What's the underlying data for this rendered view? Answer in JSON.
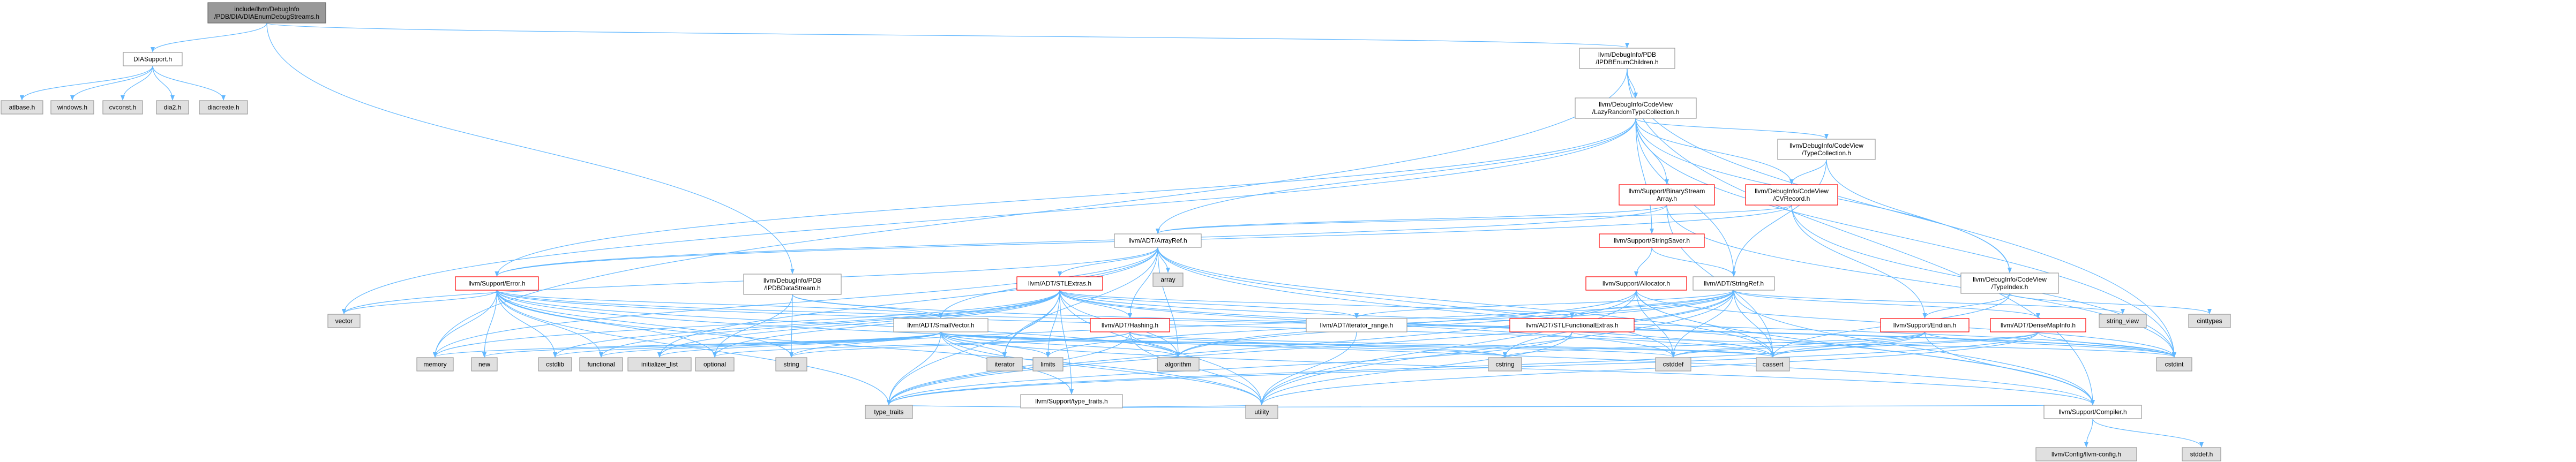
{
  "diagram": {
    "colors": {
      "edge": "#63b8ff",
      "root_fill": "#999999",
      "plain_fill": "#ffffff",
      "system_fill": "#e0e0e0",
      "red_border": "#ff0000",
      "grey_border": "#999999"
    },
    "nodes": [
      {
        "id": "root",
        "lines": [
          "include/llvm/DebugInfo",
          "/PDB/DIA/DIAEnumDebugStreams.h"
        ],
        "style": "root"
      },
      {
        "id": "diasupport",
        "lines": [
          "DIASupport.h"
        ],
        "style": "plain"
      },
      {
        "id": "atlbase",
        "lines": [
          "atlbase.h"
        ],
        "style": "sys"
      },
      {
        "id": "windows",
        "lines": [
          "windows.h"
        ],
        "style": "sys"
      },
      {
        "id": "cvconst",
        "lines": [
          "cvconst.h"
        ],
        "style": "sys"
      },
      {
        "id": "dia2",
        "lines": [
          "dia2.h"
        ],
        "style": "sys"
      },
      {
        "id": "diacreate",
        "lines": [
          "diacreate.h"
        ],
        "style": "sys"
      },
      {
        "id": "ipdbenum",
        "lines": [
          "llvm/DebugInfo/PDB",
          "/IPDBEnumChildren.h"
        ],
        "style": "plain"
      },
      {
        "id": "lazyrandom",
        "lines": [
          "llvm/DebugInfo/CodeView",
          "/LazyRandomTypeCollection.h"
        ],
        "style": "plain"
      },
      {
        "id": "typecollection",
        "lines": [
          "llvm/DebugInfo/CodeView",
          "/TypeCollection.h"
        ],
        "style": "plain"
      },
      {
        "id": "binarystream",
        "lines": [
          "llvm/Support/BinaryStream",
          "Array.h"
        ],
        "style": "red"
      },
      {
        "id": "cvrecord",
        "lines": [
          "llvm/DebugInfo/CodeView",
          "/CVRecord.h"
        ],
        "style": "red"
      },
      {
        "id": "stringsaver",
        "lines": [
          "llvm/Support/StringSaver.h"
        ],
        "style": "red"
      },
      {
        "id": "arrayref",
        "lines": [
          "llvm/ADT/ArrayRef.h"
        ],
        "style": "plain"
      },
      {
        "id": "array",
        "lines": [
          "array"
        ],
        "style": "sys"
      },
      {
        "id": "ipdbdatastream",
        "lines": [
          "llvm/DebugInfo/PDB",
          "/IPDBDataStream.h"
        ],
        "style": "plain"
      },
      {
        "id": "stlextras",
        "lines": [
          "llvm/ADT/STLExtras.h"
        ],
        "style": "red"
      },
      {
        "id": "error",
        "lines": [
          "llvm/Support/Error.h"
        ],
        "style": "red"
      },
      {
        "id": "allocator",
        "lines": [
          "llvm/Support/Allocator.h"
        ],
        "style": "red"
      },
      {
        "id": "stringref",
        "lines": [
          "llvm/ADT/StringRef.h"
        ],
        "style": "plain"
      },
      {
        "id": "typeindex",
        "lines": [
          "llvm/DebugInfo/CodeView",
          "/TypeIndex.h"
        ],
        "style": "plain"
      },
      {
        "id": "vector",
        "lines": [
          "vector"
        ],
        "style": "sys"
      },
      {
        "id": "smallvector",
        "lines": [
          "llvm/ADT/SmallVector.h"
        ],
        "style": "plain"
      },
      {
        "id": "hashing",
        "lines": [
          "llvm/ADT/Hashing.h"
        ],
        "style": "red"
      },
      {
        "id": "iteratorrange",
        "lines": [
          "llvm/ADT/iterator_range.h"
        ],
        "style": "plain"
      },
      {
        "id": "stlfunctional",
        "lines": [
          "llvm/ADT/STLFunctionalExtras.h"
        ],
        "style": "red"
      },
      {
        "id": "endian",
        "lines": [
          "llvm/Support/Endian.h"
        ],
        "style": "red"
      },
      {
        "id": "densemapinfo",
        "lines": [
          "llvm/ADT/DenseMapInfo.h"
        ],
        "style": "red"
      },
      {
        "id": "stringview",
        "lines": [
          "string_view"
        ],
        "style": "sys"
      },
      {
        "id": "cinttypes",
        "lines": [
          "cinttypes"
        ],
        "style": "sys"
      },
      {
        "id": "memory",
        "lines": [
          "memory"
        ],
        "style": "sys"
      },
      {
        "id": "new",
        "lines": [
          "new"
        ],
        "style": "sys"
      },
      {
        "id": "cstdlib",
        "lines": [
          "cstdlib"
        ],
        "style": "sys"
      },
      {
        "id": "functional",
        "lines": [
          "functional"
        ],
        "style": "sys"
      },
      {
        "id": "initlist",
        "lines": [
          "initializer_list"
        ],
        "style": "sys"
      },
      {
        "id": "optional",
        "lines": [
          "optional"
        ],
        "style": "sys"
      },
      {
        "id": "string",
        "lines": [
          "string"
        ],
        "style": "sys"
      },
      {
        "id": "iterator",
        "lines": [
          "iterator"
        ],
        "style": "sys"
      },
      {
        "id": "limits",
        "lines": [
          "limits"
        ],
        "style": "sys"
      },
      {
        "id": "algorithm",
        "lines": [
          "algorithm"
        ],
        "style": "sys"
      },
      {
        "id": "typetraitsh",
        "lines": [
          "llvm/Support/type_traits.h"
        ],
        "style": "plain"
      },
      {
        "id": "cstring",
        "lines": [
          "cstring"
        ],
        "style": "sys"
      },
      {
        "id": "cstddef",
        "lines": [
          "cstddef"
        ],
        "style": "sys"
      },
      {
        "id": "cassert",
        "lines": [
          "cassert"
        ],
        "style": "sys"
      },
      {
        "id": "cstdint",
        "lines": [
          "cstdint"
        ],
        "style": "sys"
      },
      {
        "id": "typetraits",
        "lines": [
          "type_traits"
        ],
        "style": "sys"
      },
      {
        "id": "utility",
        "lines": [
          "utility"
        ],
        "style": "sys"
      },
      {
        "id": "compiler",
        "lines": [
          "llvm/Support/Compiler.h"
        ],
        "style": "plain"
      },
      {
        "id": "llvmconfig",
        "lines": [
          "llvm/Config/llvm-config.h"
        ],
        "style": "sys"
      },
      {
        "id": "stddef",
        "lines": [
          "stddef.h"
        ],
        "style": "sys"
      }
    ],
    "edges": [
      [
        "root",
        "diasupport"
      ],
      [
        "root",
        "ipdbenum"
      ],
      [
        "root",
        "ipdbdatastream"
      ],
      [
        "diasupport",
        "atlbase"
      ],
      [
        "diasupport",
        "windows"
      ],
      [
        "diasupport",
        "cvconst"
      ],
      [
        "diasupport",
        "dia2"
      ],
      [
        "diasupport",
        "diacreate"
      ],
      [
        "ipdbenum",
        "lazyrandom"
      ],
      [
        "ipdbenum",
        "memory"
      ],
      [
        "ipdbenum",
        "cstdint"
      ],
      [
        "ipdbenum",
        "compiler"
      ],
      [
        "lazyrandom",
        "typecollection"
      ],
      [
        "lazyrandom",
        "binarystream"
      ],
      [
        "lazyrandom",
        "cvrecord"
      ],
      [
        "lazyrandom",
        "stringsaver"
      ],
      [
        "lazyrandom",
        "arrayref"
      ],
      [
        "lazyrandom",
        "error"
      ],
      [
        "lazyrandom",
        "stringref"
      ],
      [
        "lazyrandom",
        "typeindex"
      ],
      [
        "lazyrandom",
        "vector"
      ],
      [
        "lazyrandom",
        "cstdint"
      ],
      [
        "typecollection",
        "stringref"
      ],
      [
        "typecollection",
        "typeindex"
      ],
      [
        "typecollection",
        "cvrecord"
      ],
      [
        "binarystream",
        "arrayref"
      ],
      [
        "binarystream",
        "error"
      ],
      [
        "binarystream",
        "cassert"
      ],
      [
        "binarystream",
        "cstdint"
      ],
      [
        "cvrecord",
        "arrayref"
      ],
      [
        "cvrecord",
        "endian"
      ],
      [
        "cvrecord",
        "error"
      ],
      [
        "cvrecord",
        "cstdint"
      ],
      [
        "stringsaver",
        "allocator"
      ],
      [
        "stringsaver",
        "stringref"
      ],
      [
        "arrayref",
        "array"
      ],
      [
        "arrayref",
        "stlextras"
      ],
      [
        "arrayref",
        "smallvector"
      ],
      [
        "arrayref",
        "hashing"
      ],
      [
        "arrayref",
        "compiler"
      ],
      [
        "arrayref",
        "vector"
      ],
      [
        "arrayref",
        "memory"
      ],
      [
        "arrayref",
        "initlist"
      ],
      [
        "arrayref",
        "iterator"
      ],
      [
        "arrayref",
        "algorithm"
      ],
      [
        "arrayref",
        "cassert"
      ],
      [
        "arrayref",
        "cstddef"
      ],
      [
        "ipdbdatastream",
        "smallvector"
      ],
      [
        "ipdbdatastream",
        "optional"
      ],
      [
        "ipdbdatastream",
        "string"
      ],
      [
        "ipdbdatastream",
        "cstdint"
      ],
      [
        "stlextras",
        "hashing"
      ],
      [
        "stlextras",
        "iteratorrange"
      ],
      [
        "stlextras",
        "stlfunctional"
      ],
      [
        "stlextras",
        "typetraitsh"
      ],
      [
        "stlextras",
        "algorithm"
      ],
      [
        "stlextras",
        "cassert"
      ],
      [
        "stlextras",
        "cstddef"
      ],
      [
        "stlextras",
        "cstdint"
      ],
      [
        "stlextras",
        "cstdlib"
      ],
      [
        "stlextras",
        "functional"
      ],
      [
        "stlextras",
        "initlist"
      ],
      [
        "stlextras",
        "iterator"
      ],
      [
        "stlextras",
        "limits"
      ],
      [
        "stlextras",
        "memory"
      ],
      [
        "stlextras",
        "optional"
      ],
      [
        "stlextras",
        "utility"
      ],
      [
        "stlextras",
        "typetraits"
      ],
      [
        "error",
        "smallvector"
      ],
      [
        "error",
        "compiler"
      ],
      [
        "error",
        "algorithm"
      ],
      [
        "error",
        "cassert"
      ],
      [
        "error",
        "cstdint"
      ],
      [
        "error",
        "cstdlib"
      ],
      [
        "error",
        "functional"
      ],
      [
        "error",
        "memory"
      ],
      [
        "error",
        "new"
      ],
      [
        "error",
        "optional"
      ],
      [
        "error",
        "string"
      ],
      [
        "error",
        "typetraits"
      ],
      [
        "error",
        "utility"
      ],
      [
        "error",
        "vector"
      ],
      [
        "allocator",
        "compiler"
      ],
      [
        "allocator",
        "algorithm"
      ],
      [
        "allocator",
        "cassert"
      ],
      [
        "allocator",
        "cstddef"
      ],
      [
        "allocator",
        "cstdint"
      ],
      [
        "allocator",
        "typetraits"
      ],
      [
        "allocator",
        "utility"
      ],
      [
        "stringref",
        "stlfunctional"
      ],
      [
        "stringref",
        "iteratorrange"
      ],
      [
        "stringref",
        "densemapinfo"
      ],
      [
        "stringref",
        "compiler"
      ],
      [
        "stringref",
        "algorithm"
      ],
      [
        "stringref",
        "cassert"
      ],
      [
        "stringref",
        "cstddef"
      ],
      [
        "stringref",
        "cstring"
      ],
      [
        "stringref",
        "limits"
      ],
      [
        "stringref",
        "string"
      ],
      [
        "stringref",
        "stringview"
      ],
      [
        "stringref",
        "typetraits"
      ],
      [
        "stringref",
        "utility"
      ],
      [
        "typeindex",
        "endian"
      ],
      [
        "typeindex",
        "cinttypes"
      ],
      [
        "typeindex",
        "cassert"
      ],
      [
        "smallvector",
        "compiler"
      ],
      [
        "smallvector",
        "typetraitsh"
      ],
      [
        "smallvector",
        "algorithm"
      ],
      [
        "smallvector",
        "cassert"
      ],
      [
        "smallvector",
        "cstddef"
      ],
      [
        "smallvector",
        "cstdlib"
      ],
      [
        "smallvector",
        "cstring"
      ],
      [
        "smallvector",
        "functional"
      ],
      [
        "smallvector",
        "initlist"
      ],
      [
        "smallvector",
        "iterator"
      ],
      [
        "smallvector",
        "limits"
      ],
      [
        "smallvector",
        "memory"
      ],
      [
        "smallvector",
        "new"
      ],
      [
        "smallvector",
        "typetraits"
      ],
      [
        "smallvector",
        "utility"
      ],
      [
        "hashing",
        "algorithm"
      ],
      [
        "hashing",
        "cassert"
      ],
      [
        "hashing",
        "cstring"
      ],
      [
        "hashing",
        "optional"
      ],
      [
        "hashing",
        "string"
      ],
      [
        "hashing",
        "typetraits"
      ],
      [
        "hashing",
        "utility"
      ],
      [
        "iteratorrange",
        "utility"
      ],
      [
        "stlfunctional",
        "cstdint"
      ],
      [
        "stlfunctional",
        "typetraits"
      ],
      [
        "stlfunctional",
        "utility"
      ],
      [
        "typetraitsh",
        "compiler"
      ],
      [
        "typetraitsh",
        "typetraits"
      ],
      [
        "typetraitsh",
        "utility"
      ],
      [
        "endian",
        "compiler"
      ],
      [
        "endian",
        "cassert"
      ],
      [
        "endian",
        "cstddef"
      ],
      [
        "endian",
        "cstdint"
      ],
      [
        "endian",
        "cstring"
      ],
      [
        "endian",
        "typetraits"
      ],
      [
        "densemapinfo",
        "cassert"
      ],
      [
        "densemapinfo",
        "cstddef"
      ],
      [
        "densemapinfo",
        "cstdint"
      ],
      [
        "densemapinfo",
        "utility"
      ],
      [
        "densemapinfo",
        "typetraits"
      ],
      [
        "compiler",
        "llvmconfig"
      ],
      [
        "compiler",
        "stddef"
      ]
    ]
  }
}
